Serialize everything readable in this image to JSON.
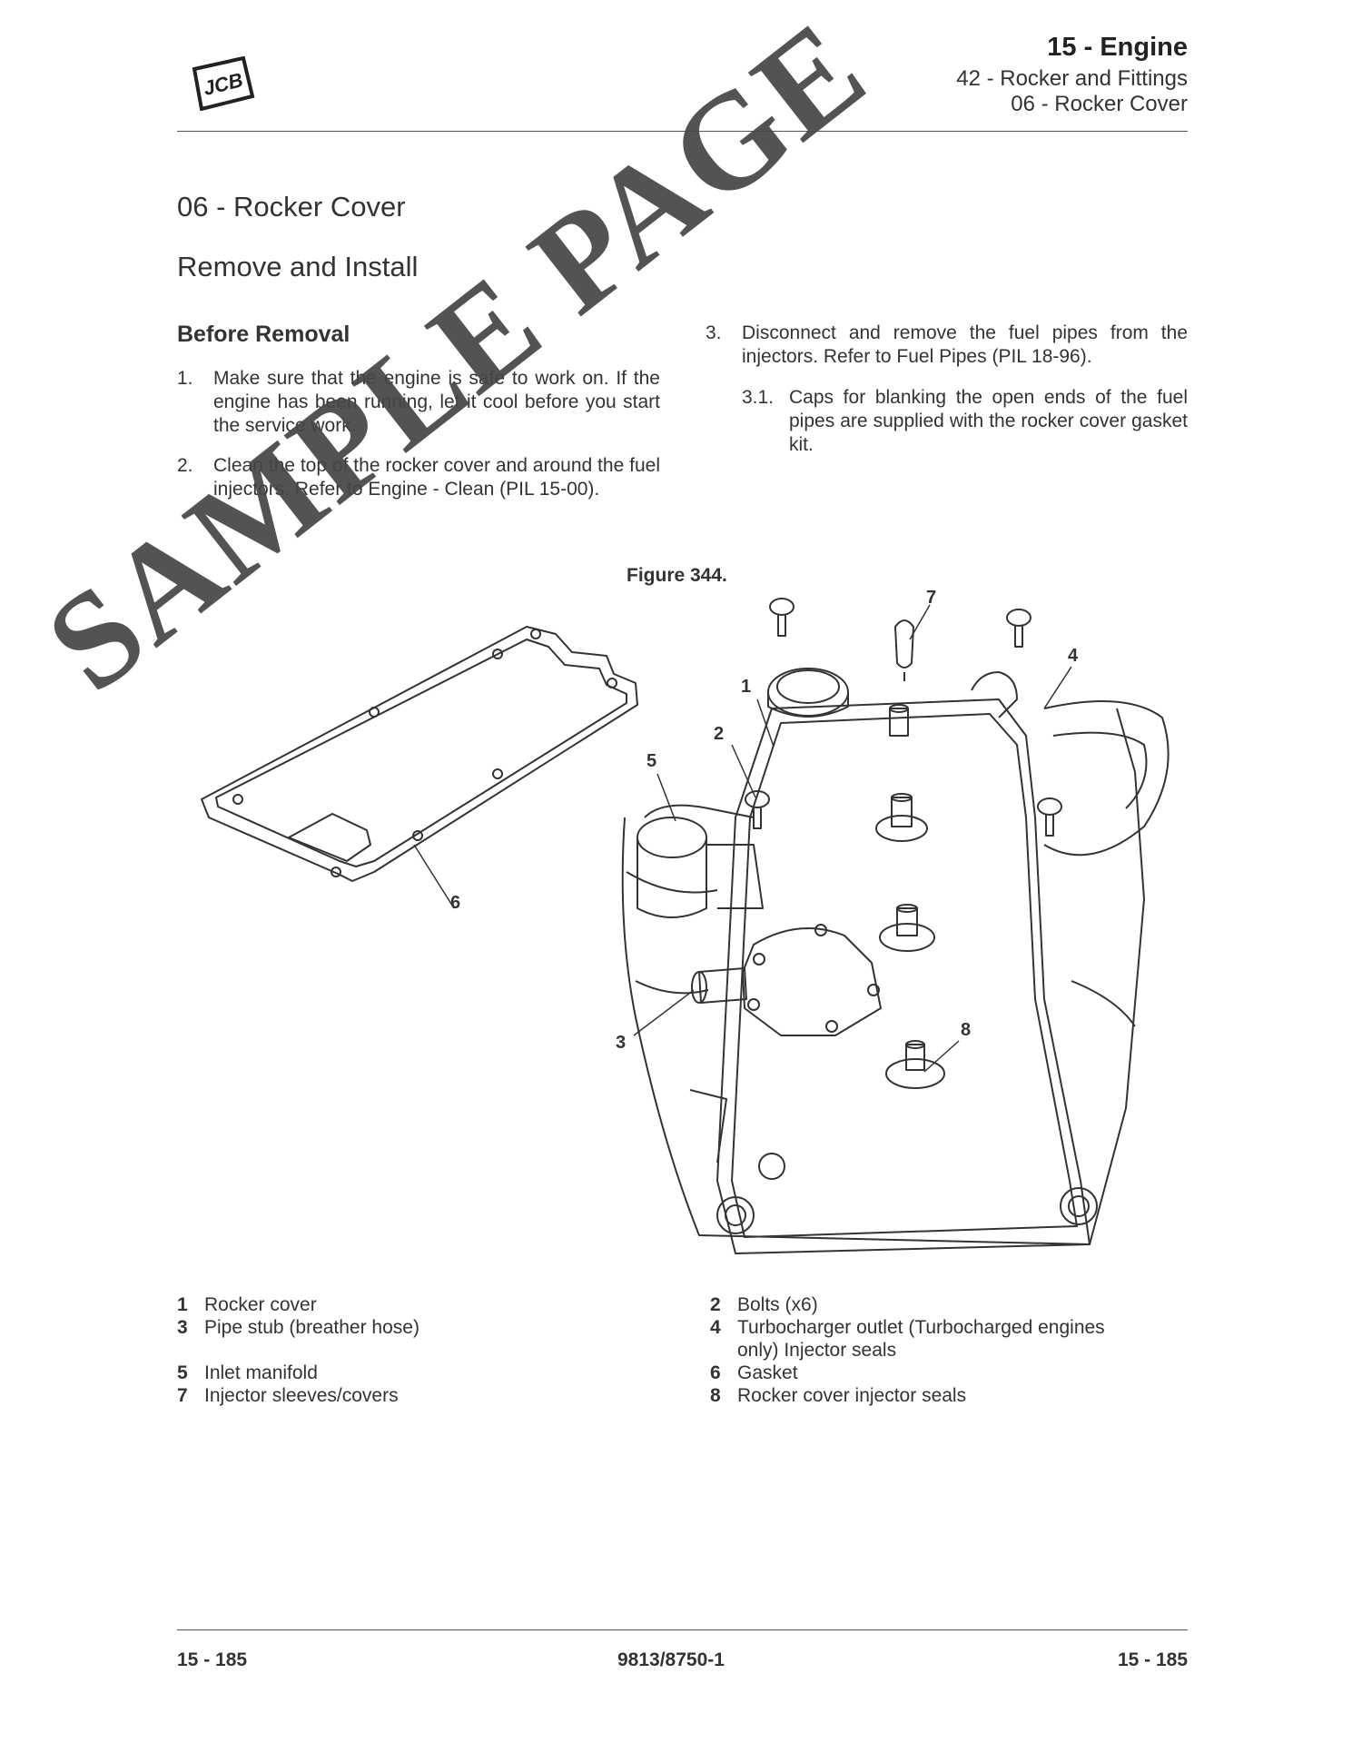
{
  "header": {
    "logo_text": "JCB",
    "chapter": "15 - Engine",
    "section": "42 - Rocker and Fittings",
    "subsection": "06 - Rocker Cover"
  },
  "title": "06 - Rocker Cover",
  "subtitle": "Remove and Install",
  "before_removal": {
    "heading": "Before Removal",
    "steps": [
      {
        "num": "1.",
        "text": "Make sure that the engine is safe to work on. If the engine has been running, let it cool before you start the service work."
      },
      {
        "num": "2.",
        "text": "Clean the top of the rocker cover and around the fuel injectors. Refer to Engine - Clean (PIL 15-00)."
      },
      {
        "num": "3.",
        "text": "Disconnect and remove the fuel pipes from the injectors. Refer to Fuel Pipes (PIL 18-96)."
      },
      {
        "num": "3.1.",
        "text": "Caps for blanking the open ends of the fuel pipes are supplied with the rocker cover gasket kit."
      }
    ]
  },
  "figure": {
    "caption": "Figure 344.",
    "callouts": [
      "1",
      "2",
      "3",
      "4",
      "5",
      "6",
      "7",
      "8"
    ]
  },
  "legend": [
    {
      "key": "1",
      "label": "Rocker cover"
    },
    {
      "key": "2",
      "label": "Bolts (x6)"
    },
    {
      "key": "3",
      "label": "Pipe stub (breather hose)"
    },
    {
      "key": "4",
      "label": "Turbocharger outlet (Turbocharged engines only) Injector seals"
    },
    {
      "key": "5",
      "label": "Inlet manifold"
    },
    {
      "key": "6",
      "label": "Gasket"
    },
    {
      "key": "7",
      "label": "Injector sleeves/covers"
    },
    {
      "key": "8",
      "label": "Rocker cover injector seals"
    }
  ],
  "footer": {
    "left": "15 - 185",
    "center": "9813/8750-1",
    "right": "15 - 185"
  },
  "watermark": "SAMPLE PAGE"
}
